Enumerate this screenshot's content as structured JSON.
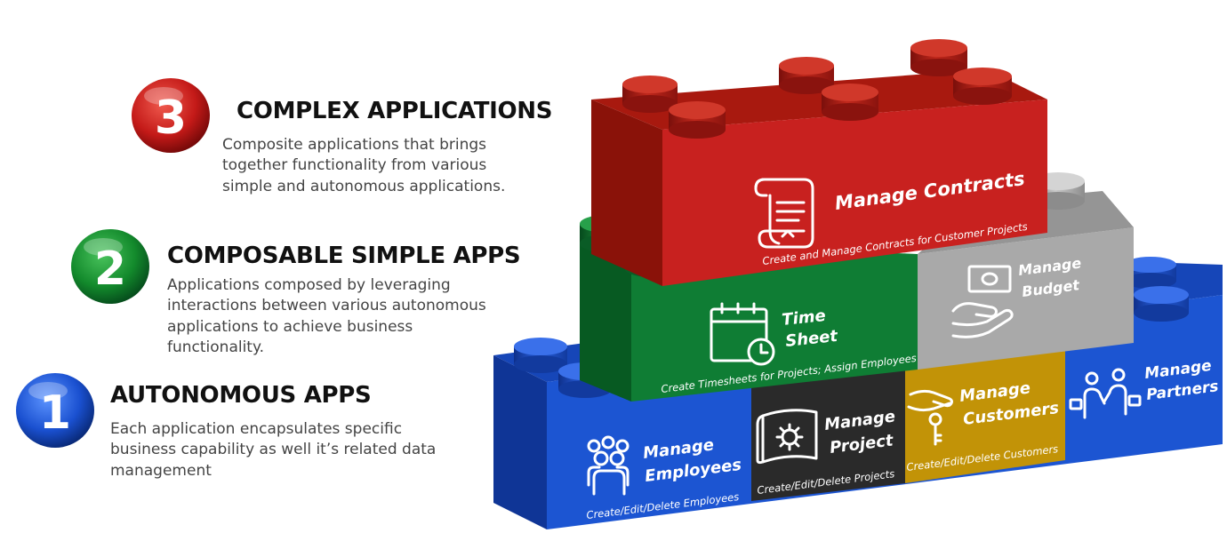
{
  "tiers": [
    {
      "number": "3",
      "title": "COMPLEX APPLICATIONS",
      "description": [
        "Composite applications that brings",
        "together functionality from various",
        "simple and autonomous applications."
      ],
      "color": "#c8211f"
    },
    {
      "number": "2",
      "title": "COMPOSABLE SIMPLE APPS",
      "description": [
        "Applications composed by leveraging",
        "interactions between various autonomous",
        "applications to achieve business",
        "functionality."
      ],
      "color": "#1a8a2e"
    },
    {
      "number": "1",
      "title": "AUTONOMOUS APPS",
      "description": [
        "Each application encapsulates specific",
        "business capability as well it’s related data",
        "management"
      ],
      "color": "#1d5fd6"
    }
  ],
  "blocks": {
    "contracts": {
      "title": "Manage Contracts",
      "subtitle": "Create  and Manage Contracts for Customer Projects",
      "icon": "scroll-icon"
    },
    "timesheet": {
      "title": [
        "Time",
        "Sheet"
      ],
      "subtitle": "Create Timesheets for Projects; Assign Employees",
      "icon": "calendar-clock-icon"
    },
    "budget": {
      "title": [
        "Manage",
        "Budget"
      ],
      "icon": "money-hand-icon"
    },
    "employees": {
      "title": [
        "Manage",
        "Employees"
      ],
      "subtitle": "Create/Edit/Delete Employees",
      "icon": "people-group-icon"
    },
    "project": {
      "title": [
        "Manage",
        "Project"
      ],
      "subtitle": "Create/Edit/Delete Projects",
      "icon": "blueprint-gear-icon"
    },
    "customers": {
      "title": [
        "Manage",
        "Customers"
      ],
      "subtitle": "Create/Edit/Delete Customers",
      "icon": "hand-key-icon"
    },
    "partners": {
      "title": [
        "Manage",
        "Partners"
      ],
      "icon": "handshake-icon"
    }
  },
  "colors": {
    "red": "#c8211f",
    "green": "#0f7d34",
    "gray": "#a9a9a9",
    "blue": "#1c55d2",
    "black": "#2a2a2a",
    "gold": "#c29307"
  }
}
